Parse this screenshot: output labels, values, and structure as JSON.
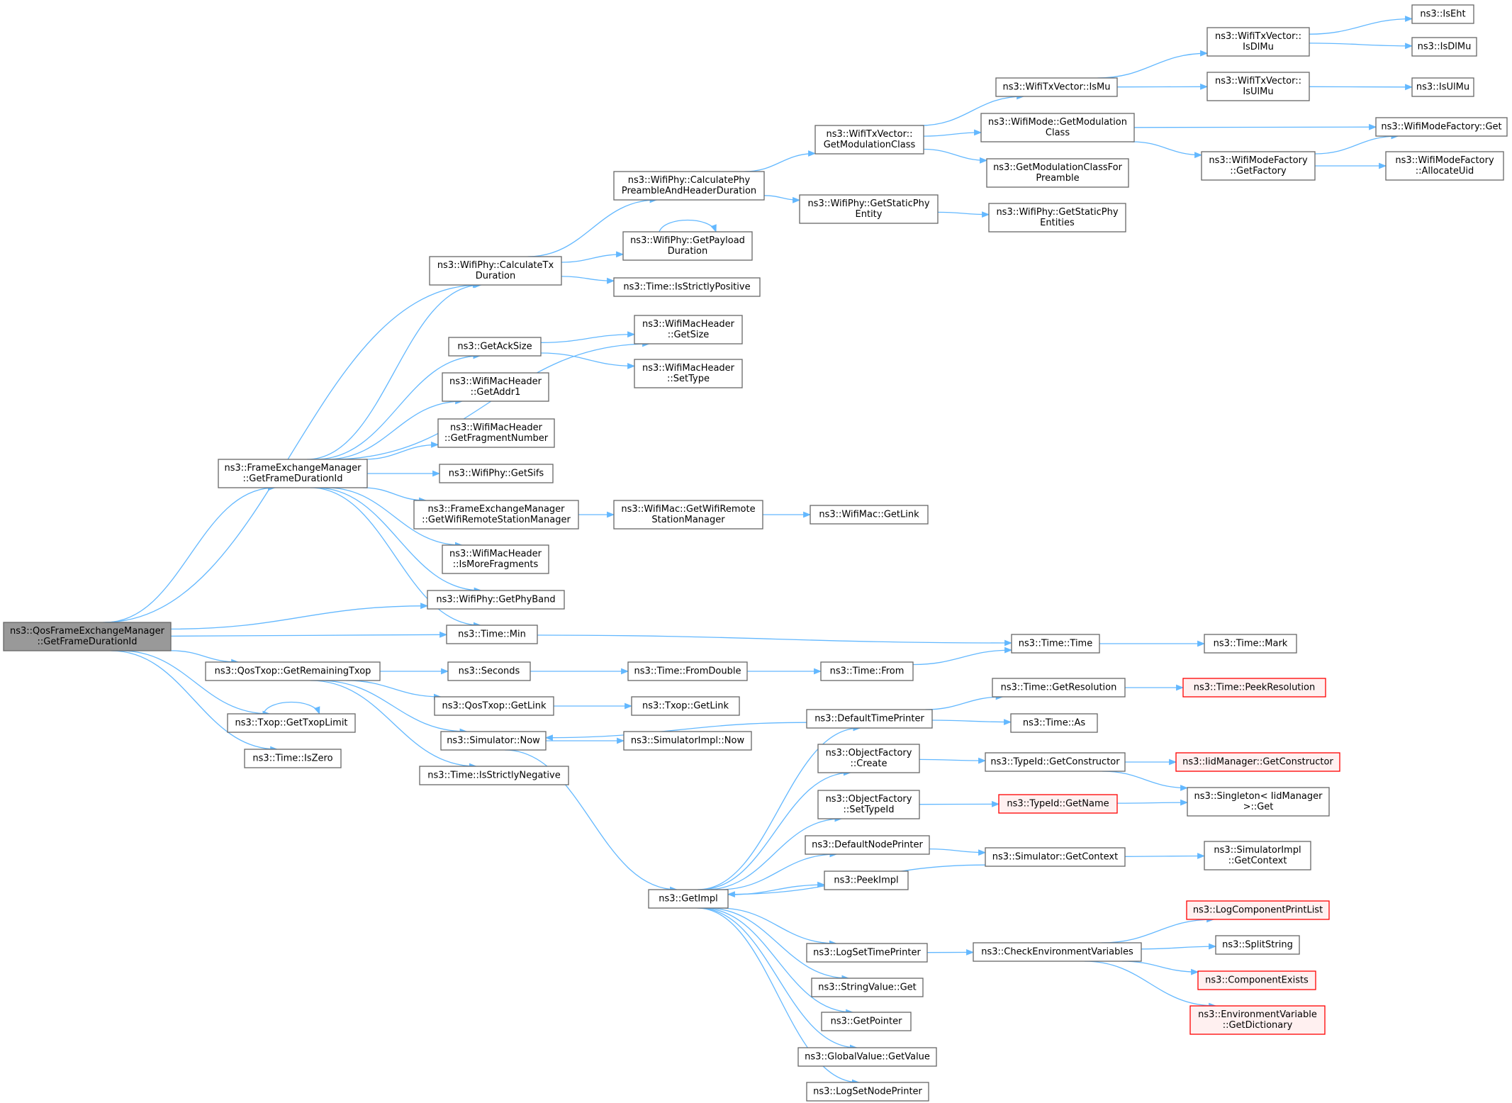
{
  "colors": {
    "node_fill": "#ffffff",
    "node_stroke": "#666666",
    "root_fill": "#999999",
    "root_stroke": "#666666",
    "trunc_fill": "#fff0f0",
    "trunc_stroke": "#ff0000",
    "edge": "#63b8ff",
    "text": "#000000"
  },
  "nodes": [
    {
      "id": "root",
      "lines": [
        "ns3::QosFrameExchangeManager",
        "::GetFrameDurationId"
      ],
      "kind": "root"
    },
    {
      "id": "fem_getframedur",
      "lines": [
        "ns3::FrameExchangeManager",
        "::GetFrameDurationId"
      ]
    },
    {
      "id": "calctx",
      "lines": [
        "ns3::WifiPhy::CalculateTx",
        "Duration"
      ]
    },
    {
      "id": "calcphy",
      "lines": [
        "ns3::WifiPhy::CalculatePhy",
        "PreambleAndHeaderDuration"
      ]
    },
    {
      "id": "getpayload",
      "lines": [
        "ns3::WifiPhy::GetPayload",
        "Duration"
      ]
    },
    {
      "id": "isstrictpos",
      "lines": [
        "ns3::Time::IsStrictlyPositive"
      ]
    },
    {
      "id": "machdr_getsize",
      "lines": [
        "ns3::WifiMacHeader",
        "::GetSize"
      ]
    },
    {
      "id": "getacksize",
      "lines": [
        "ns3::GetAckSize"
      ]
    },
    {
      "id": "machdr_settype",
      "lines": [
        "ns3::WifiMacHeader",
        "::SetType"
      ]
    },
    {
      "id": "machdr_getaddr1",
      "lines": [
        "ns3::WifiMacHeader",
        "::GetAddr1"
      ]
    },
    {
      "id": "machdr_getfragnum",
      "lines": [
        "ns3::WifiMacHeader",
        "::GetFragmentNumber"
      ]
    },
    {
      "id": "getsifs",
      "lines": [
        "ns3::WifiPhy::GetSifs"
      ]
    },
    {
      "id": "fem_getwrsm",
      "lines": [
        "ns3::FrameExchangeManager",
        "::GetWifiRemoteStationManager"
      ]
    },
    {
      "id": "wifimac_getwrsm",
      "lines": [
        "ns3::WifiMac::GetWifiRemote",
        "StationManager"
      ]
    },
    {
      "id": "wifimac_getlink",
      "lines": [
        "ns3::WifiMac::GetLink"
      ]
    },
    {
      "id": "machdr_ismorefrag",
      "lines": [
        "ns3::WifiMacHeader",
        "::IsMoreFragments"
      ]
    },
    {
      "id": "getphyband",
      "lines": [
        "ns3::WifiPhy::GetPhyBand"
      ]
    },
    {
      "id": "time_min",
      "lines": [
        "ns3::Time::Min"
      ]
    },
    {
      "id": "time_time",
      "lines": [
        "ns3::Time::Time"
      ]
    },
    {
      "id": "time_mark",
      "lines": [
        "ns3::Time::Mark"
      ]
    },
    {
      "id": "qostxop_getremaining",
      "lines": [
        "ns3::QosTxop::GetRemainingTxop"
      ]
    },
    {
      "id": "seconds",
      "lines": [
        "ns3::Seconds"
      ]
    },
    {
      "id": "time_fromdouble",
      "lines": [
        "ns3::Time::FromDouble"
      ]
    },
    {
      "id": "time_from",
      "lines": [
        "ns3::Time::From"
      ]
    },
    {
      "id": "qostxop_getlink",
      "lines": [
        "ns3::QosTxop::GetLink"
      ]
    },
    {
      "id": "txop_getlink",
      "lines": [
        "ns3::Txop::GetLink"
      ]
    },
    {
      "id": "txop_gettxoplimit",
      "lines": [
        "ns3::Txop::GetTxopLimit"
      ]
    },
    {
      "id": "sim_now",
      "lines": [
        "ns3::Simulator::Now"
      ]
    },
    {
      "id": "simimpl_now",
      "lines": [
        "ns3::SimulatorImpl::Now"
      ]
    },
    {
      "id": "time_isstrictneg",
      "lines": [
        "ns3::Time::IsStrictlyNegative"
      ]
    },
    {
      "id": "time_iszero",
      "lines": [
        "ns3::Time::IsZero"
      ]
    },
    {
      "id": "getmodclass",
      "lines": [
        "ns3::WifiTxVector::",
        "GetModulationClass"
      ]
    },
    {
      "id": "getstaticphyentity",
      "lines": [
        "ns3::WifiPhy::GetStaticPhy",
        "Entity"
      ]
    },
    {
      "id": "getstaticphyentities",
      "lines": [
        "ns3::WifiPhy::GetStaticPhy",
        "Entities"
      ]
    },
    {
      "id": "txv_ismu",
      "lines": [
        "ns3::WifiTxVector::IsMu"
      ]
    },
    {
      "id": "wifimode_getmodclass",
      "lines": [
        "ns3::WifiMode::GetModulation",
        "Class"
      ]
    },
    {
      "id": "getmodclassforpreamble",
      "lines": [
        "ns3::GetModulationClassFor",
        "Preamble"
      ]
    },
    {
      "id": "txv_isdlmu",
      "lines": [
        "ns3::WifiTxVector::",
        "IsDlMu"
      ]
    },
    {
      "id": "txv_isulmu",
      "lines": [
        "ns3::WifiTxVector::",
        "IsUlMu"
      ]
    },
    {
      "id": "wmf_getfactory",
      "lines": [
        "ns3::WifiModeFactory",
        "::GetFactory"
      ]
    },
    {
      "id": "iseht",
      "lines": [
        "ns3::IsEht"
      ]
    },
    {
      "id": "isdlmu",
      "lines": [
        "ns3::IsDlMu"
      ]
    },
    {
      "id": "isulmu",
      "lines": [
        "ns3::IsUlMu"
      ]
    },
    {
      "id": "wmf_get",
      "lines": [
        "ns3::WifiModeFactory::Get"
      ]
    },
    {
      "id": "wmf_allocateuid",
      "lines": [
        "ns3::WifiModeFactory",
        "::AllocateUid"
      ]
    },
    {
      "id": "defaulttimeprinter",
      "lines": [
        "ns3::DefaultTimePrinter"
      ]
    },
    {
      "id": "time_getresolution",
      "lines": [
        "ns3::Time::GetResolution"
      ]
    },
    {
      "id": "time_peekresolution",
      "lines": [
        "ns3::Time::PeekResolution"
      ],
      "kind": "trunc"
    },
    {
      "id": "time_as",
      "lines": [
        "ns3::Time::As"
      ]
    },
    {
      "id": "objfactory_create",
      "lines": [
        "ns3::ObjectFactory",
        "::Create"
      ]
    },
    {
      "id": "typeid_getconstructor",
      "lines": [
        "ns3::TypeId::GetConstructor"
      ]
    },
    {
      "id": "iidmgr_getconstructor",
      "lines": [
        "ns3::IidManager::GetConstructor"
      ],
      "kind": "trunc"
    },
    {
      "id": "singleton_get",
      "lines": [
        "ns3::Singleton< IidManager",
        ">::Get"
      ]
    },
    {
      "id": "objfactory_settypeid",
      "lines": [
        "ns3::ObjectFactory",
        "::SetTypeId"
      ]
    },
    {
      "id": "typeid_getname",
      "lines": [
        "ns3::TypeId::GetName"
      ],
      "kind": "trunc"
    },
    {
      "id": "defaultnodeprinter",
      "lines": [
        "ns3::DefaultNodePrinter"
      ]
    },
    {
      "id": "sim_getcontext",
      "lines": [
        "ns3::Simulator::GetContext"
      ]
    },
    {
      "id": "simimpl_getcontext",
      "lines": [
        "ns3::SimulatorImpl",
        "::GetContext"
      ]
    },
    {
      "id": "peekimpl",
      "lines": [
        "ns3::PeekImpl"
      ]
    },
    {
      "id": "getimpl",
      "lines": [
        "ns3::GetImpl"
      ]
    },
    {
      "id": "logsettimeprinter",
      "lines": [
        "ns3::LogSetTimePrinter"
      ]
    },
    {
      "id": "checkenv",
      "lines": [
        "ns3::CheckEnvironmentVariables"
      ]
    },
    {
      "id": "logcomponentprintlist",
      "lines": [
        "ns3::LogComponentPrintList"
      ],
      "kind": "trunc"
    },
    {
      "id": "splitstring",
      "lines": [
        "ns3::SplitString"
      ]
    },
    {
      "id": "componentexists",
      "lines": [
        "ns3::ComponentExists"
      ],
      "kind": "trunc"
    },
    {
      "id": "envvar_getdict",
      "lines": [
        "ns3::EnvironmentVariable",
        "::GetDictionary"
      ],
      "kind": "trunc"
    },
    {
      "id": "stringvalue_get",
      "lines": [
        "ns3::StringValue::Get"
      ]
    },
    {
      "id": "getpointer",
      "lines": [
        "ns3::GetPointer"
      ]
    },
    {
      "id": "globalvalue_getvalue",
      "lines": [
        "ns3::GlobalValue::GetValue"
      ]
    },
    {
      "id": "logsetnodeprinter",
      "lines": [
        "ns3::LogSetNodePrinter"
      ]
    }
  ],
  "edges": [
    [
      "root",
      "calctx"
    ],
    [
      "root",
      "fem_getframedur"
    ],
    [
      "root",
      "getphyband"
    ],
    [
      "root",
      "time_min"
    ],
    [
      "root",
      "qostxop_getremaining"
    ],
    [
      "root",
      "txop_gettxoplimit"
    ],
    [
      "root",
      "time_iszero"
    ],
    [
      "fem_getframedur",
      "calctx"
    ],
    [
      "fem_getframedur",
      "machdr_getsize"
    ],
    [
      "fem_getframedur",
      "getacksize"
    ],
    [
      "fem_getframedur",
      "machdr_getaddr1"
    ],
    [
      "fem_getframedur",
      "machdr_getfragnum"
    ],
    [
      "fem_getframedur",
      "getsifs"
    ],
    [
      "fem_getframedur",
      "fem_getwrsm"
    ],
    [
      "fem_getframedur",
      "machdr_ismorefrag"
    ],
    [
      "fem_getframedur",
      "getphyband"
    ],
    [
      "fem_getframedur",
      "time_min"
    ],
    [
      "calctx",
      "calcphy"
    ],
    [
      "calctx",
      "getpayload"
    ],
    [
      "calctx",
      "isstrictpos"
    ],
    [
      "getpayload",
      "getpayload"
    ],
    [
      "calcphy",
      "getmodclass"
    ],
    [
      "calcphy",
      "getstaticphyentity"
    ],
    [
      "getmodclass",
      "txv_ismu"
    ],
    [
      "getmodclass",
      "wifimode_getmodclass"
    ],
    [
      "getmodclass",
      "getmodclassforpreamble"
    ],
    [
      "txv_ismu",
      "txv_isdlmu"
    ],
    [
      "txv_ismu",
      "txv_isulmu"
    ],
    [
      "txv_isdlmu",
      "iseht"
    ],
    [
      "txv_isdlmu",
      "isdlmu"
    ],
    [
      "txv_isulmu",
      "isulmu"
    ],
    [
      "wifimode_getmodclass",
      "wmf_get"
    ],
    [
      "wifimode_getmodclass",
      "wmf_getfactory"
    ],
    [
      "wmf_getfactory",
      "wmf_get"
    ],
    [
      "wmf_getfactory",
      "wmf_allocateuid"
    ],
    [
      "getstaticphyentity",
      "getstaticphyentities"
    ],
    [
      "getacksize",
      "machdr_getsize"
    ],
    [
      "getacksize",
      "machdr_settype"
    ],
    [
      "fem_getwrsm",
      "wifimac_getwrsm"
    ],
    [
      "wifimac_getwrsm",
      "wifimac_getlink"
    ],
    [
      "time_min",
      "time_time"
    ],
    [
      "time_time",
      "time_mark"
    ],
    [
      "qostxop_getremaining",
      "seconds"
    ],
    [
      "qostxop_getremaining",
      "qostxop_getlink"
    ],
    [
      "qostxop_getremaining",
      "sim_now"
    ],
    [
      "qostxop_getremaining",
      "time_isstrictneg"
    ],
    [
      "seconds",
      "time_fromdouble"
    ],
    [
      "time_fromdouble",
      "time_from"
    ],
    [
      "time_from",
      "time_time"
    ],
    [
      "qostxop_getlink",
      "txop_getlink"
    ],
    [
      "txop_gettxoplimit",
      "txop_gettxoplimit"
    ],
    [
      "sim_now",
      "simimpl_now"
    ],
    [
      "sim_now",
      "getimpl"
    ],
    [
      "defaulttimeprinter",
      "sim_now"
    ],
    [
      "defaulttimeprinter",
      "time_getresolution"
    ],
    [
      "defaulttimeprinter",
      "time_as"
    ],
    [
      "time_getresolution",
      "time_peekresolution"
    ],
    [
      "getimpl",
      "defaulttimeprinter"
    ],
    [
      "getimpl",
      "objfactory_create"
    ],
    [
      "getimpl",
      "objfactory_settypeid"
    ],
    [
      "getimpl",
      "defaultnodeprinter"
    ],
    [
      "getimpl",
      "peekimpl"
    ],
    [
      "getimpl",
      "logsettimeprinter"
    ],
    [
      "getimpl",
      "stringvalue_get"
    ],
    [
      "getimpl",
      "getpointer"
    ],
    [
      "getimpl",
      "globalvalue_getvalue"
    ],
    [
      "getimpl",
      "logsetnodeprinter"
    ],
    [
      "objfactory_create",
      "typeid_getconstructor"
    ],
    [
      "typeid_getconstructor",
      "iidmgr_getconstructor"
    ],
    [
      "typeid_getconstructor",
      "singleton_get"
    ],
    [
      "objfactory_settypeid",
      "typeid_getname"
    ],
    [
      "typeid_getname",
      "singleton_get"
    ],
    [
      "defaultnodeprinter",
      "sim_getcontext"
    ],
    [
      "sim_getcontext",
      "simimpl_getcontext"
    ],
    [
      "sim_getcontext",
      "getimpl"
    ],
    [
      "logsettimeprinter",
      "checkenv"
    ],
    [
      "checkenv",
      "logcomponentprintlist"
    ],
    [
      "checkenv",
      "splitstring"
    ],
    [
      "checkenv",
      "componentexists"
    ],
    [
      "checkenv",
      "envvar_getdict"
    ]
  ]
}
